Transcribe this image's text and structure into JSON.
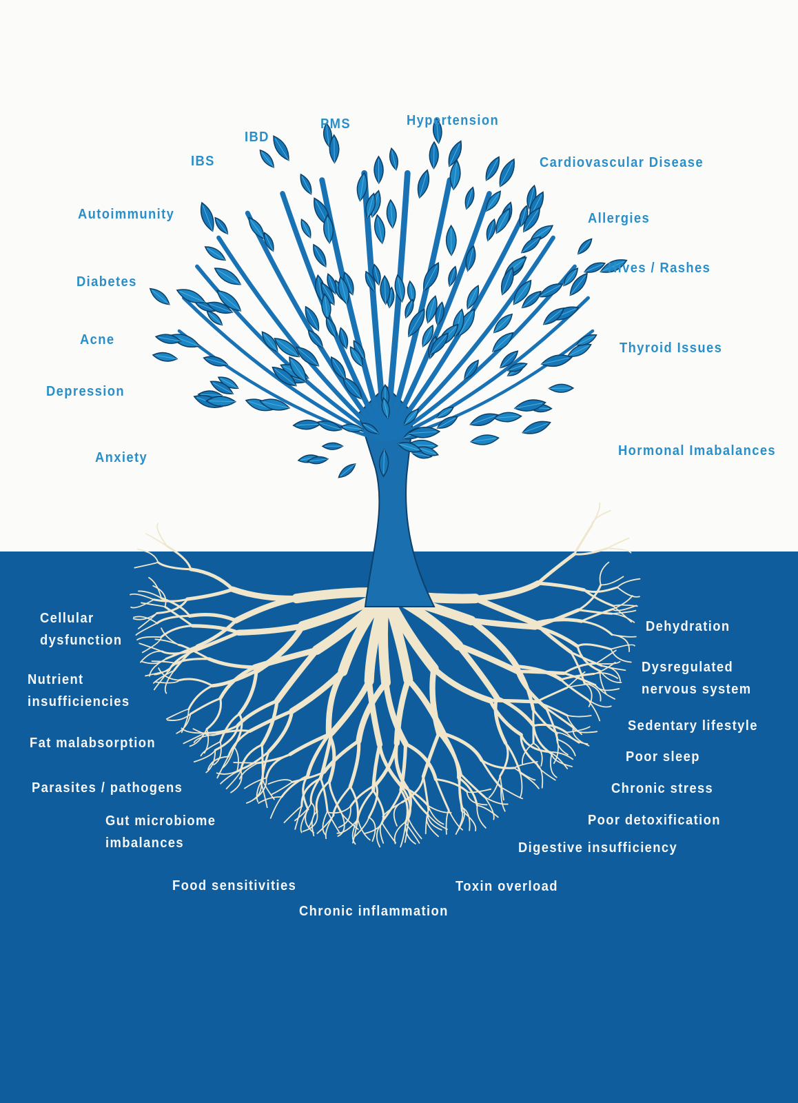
{
  "colors": {
    "label_top": "#2a8fc8",
    "label_root": "#f4f6f8",
    "ground": "#0f5d9c",
    "tree": "#1a7fbf",
    "roots": "#efe6cc"
  },
  "symptoms": [
    "PMS",
    "IBD",
    "IBS",
    "Hypertension",
    "Cardiovascular Disease",
    "Autoimmunity",
    "Allergies",
    "Diabetes",
    "Hives / Rashes",
    "Acne",
    "Thyroid Issues",
    "Depression",
    "Anxiety",
    "Hormonal Imabalances"
  ],
  "root_causes": [
    [
      "Cellular",
      "dysfunction"
    ],
    [
      "Nutrient",
      "insufficiencies"
    ],
    [
      "Fat malabsorption"
    ],
    [
      "Parasites / pathogens"
    ],
    [
      "Gut microbiome",
      "imbalances"
    ],
    [
      "Food sensitivities"
    ],
    [
      "Chronic inflammation"
    ],
    [
      "Toxin overload"
    ],
    [
      "Digestive insufficiency"
    ],
    [
      "Poor detoxification"
    ],
    [
      "Chronic stress"
    ],
    [
      "Poor sleep"
    ],
    [
      "Sedentary lifestyle"
    ],
    [
      "Dysregulated",
      "nervous system"
    ],
    [
      "Dehydration"
    ]
  ]
}
